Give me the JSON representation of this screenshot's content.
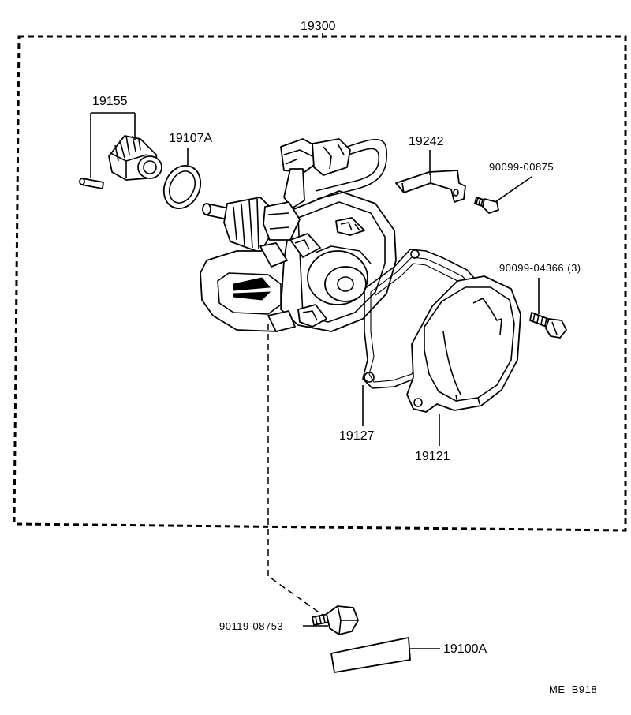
{
  "parts": {
    "assembly": "19300",
    "gear": "19155",
    "oring": "19107A",
    "bracket": "19242",
    "screw_top": "90099-00875",
    "screw_side": "90099-04366 (3)",
    "gasket": "19127",
    "cap": "19121",
    "bolt": "90119-08753",
    "label_plate": "19100A"
  },
  "footer": {
    "code": "ME  B918"
  }
}
